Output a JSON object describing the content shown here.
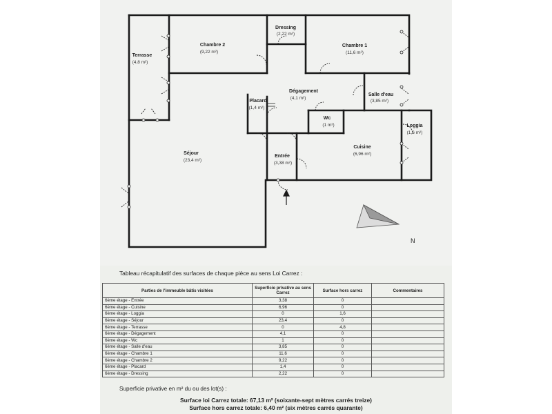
{
  "plan": {
    "rooms": [
      {
        "id": "chambre-2",
        "name": "Chambre 2",
        "area": "(9,22 m²)"
      },
      {
        "id": "dressing",
        "name": "Dressing",
        "area": "(2,22 m²)"
      },
      {
        "id": "chambre-1",
        "name": "Chambre 1",
        "area": "(11,6 m²)"
      },
      {
        "id": "terrasse",
        "name": "Terrasse",
        "area": "(4,8 m²)"
      },
      {
        "id": "degagement",
        "name": "Dégagement",
        "area": "(4,1 m²)"
      },
      {
        "id": "salle-deau",
        "name": "Salle d'eau",
        "area": "(3,85 m²)"
      },
      {
        "id": "placard",
        "name": "Placard",
        "area": "(1,4 m²)"
      },
      {
        "id": "wc",
        "name": "Wc",
        "area": "(1 m²)"
      },
      {
        "id": "loggia",
        "name": "Loggia",
        "area": "(1,6 m²)"
      },
      {
        "id": "sejour",
        "name": "Séjour",
        "area": "(23,4 m²)"
      },
      {
        "id": "entree",
        "name": "Entrée",
        "area": "(3,38 m²)"
      },
      {
        "id": "cuisine",
        "name": "Cuisine",
        "area": "(6,96 m²)"
      }
    ],
    "north_label": "N"
  },
  "caption": "Tableau récapitulatif des surfaces de chaque pièce au sens Loi Carrez :",
  "table": {
    "headers": [
      "Parties de l'immeuble bâtis visitées",
      "Superficie privative au sens Carrez",
      "Surface hors carrez",
      "Commentaires"
    ],
    "rows": [
      [
        "6ème étage - Entrée",
        "3,38",
        "0",
        ""
      ],
      [
        "6ème étage - Cuisine",
        "6,96",
        "0",
        ""
      ],
      [
        "6ème étage - Loggia",
        "0",
        "1,6",
        ""
      ],
      [
        "6ème étage - Séjour",
        "23,4",
        "0",
        ""
      ],
      [
        "6ème étage - Terrasse",
        "0",
        "4,8",
        ""
      ],
      [
        "6ème étage - Dégagement",
        "4,1",
        "0",
        ""
      ],
      [
        "6ème étage - Wc",
        "1",
        "0",
        ""
      ],
      [
        "6ème étage - Salle d'eau",
        "3,85",
        "0",
        ""
      ],
      [
        "6ème étage - Chambre 1",
        "11,6",
        "0",
        ""
      ],
      [
        "6ème étage - Chambre 2",
        "9,22",
        "0",
        ""
      ],
      [
        "6ème étage - Placard",
        "1,4",
        "0",
        ""
      ],
      [
        "6ème étage - Dressing",
        "2,22",
        "0",
        ""
      ]
    ]
  },
  "footer": {
    "note": "Superficie privative en m² du ou des lot(s) :",
    "total_carrez": "Surface loi Carrez totale: 67,13 m² (soixante-sept mètres carrés treize)",
    "total_hors": "Surface hors carrez totale: 6,40 m² (six mètres carrés quarante)"
  }
}
